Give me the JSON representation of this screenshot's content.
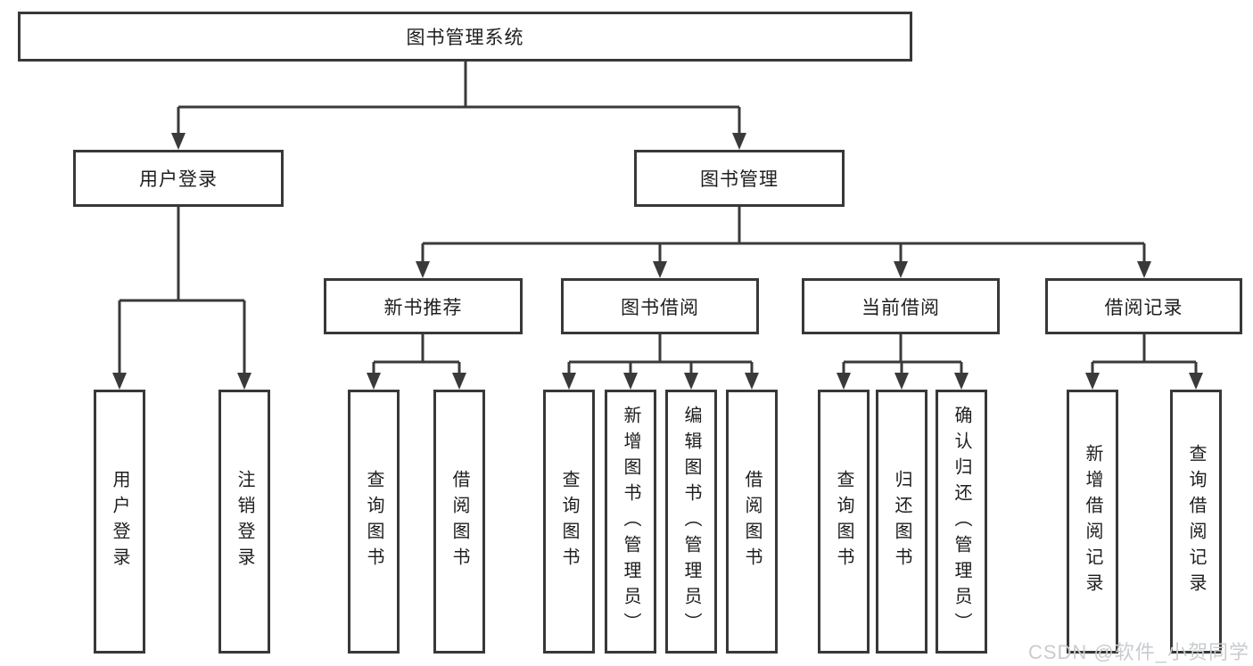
{
  "title": {
    "label": "图书管理系统"
  },
  "tree": {
    "user_login": {
      "label": "用户登录",
      "children": [
        {
          "label": "用户登录"
        },
        {
          "label": "注销登录"
        }
      ]
    },
    "book_mgmt": {
      "label": "图书管理",
      "children": [
        {
          "label": "新书推荐",
          "children": [
            {
              "label": "查询图书"
            },
            {
              "label": "借阅图书"
            }
          ]
        },
        {
          "label": "图书借阅",
          "children": [
            {
              "label": "查询图书"
            },
            {
              "label": "新增图书（管理员）"
            },
            {
              "label": "编辑图书（管理员）"
            },
            {
              "label": "借阅图书"
            }
          ]
        },
        {
          "label": "当前借阅",
          "children": [
            {
              "label": "查询图书"
            },
            {
              "label": "归还图书"
            },
            {
              "label": "确认归还（管理员）"
            }
          ]
        },
        {
          "label": "借阅记录",
          "children": [
            {
              "label": "新增借阅记录"
            },
            {
              "label": "查询借阅记录"
            }
          ]
        }
      ]
    }
  },
  "watermark": {
    "text": "CSDN @软件_小贺同学"
  },
  "colors": {
    "line": "#3a3a3a",
    "box_border": "#383838",
    "text": "#1e1e1e",
    "watermark": "#c9cccf",
    "background": "#ffffff"
  }
}
